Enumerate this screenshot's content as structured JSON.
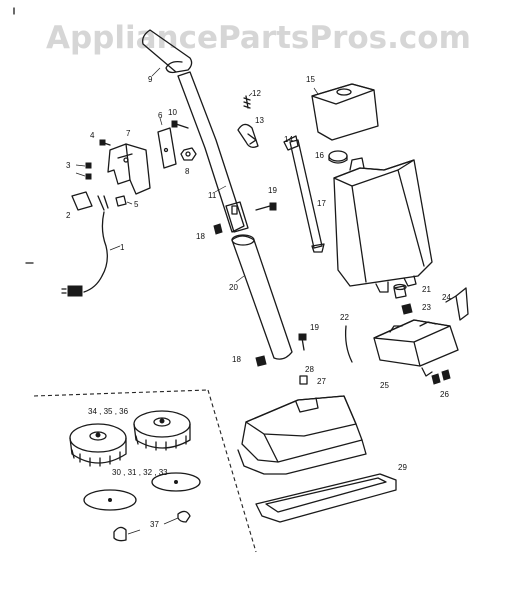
{
  "watermark": "AppliancePartsPros.com",
  "callouts": [
    {
      "id": "c1",
      "label": "1"
    },
    {
      "id": "c2",
      "label": "2"
    },
    {
      "id": "c3",
      "label": "3"
    },
    {
      "id": "c4",
      "label": "4"
    },
    {
      "id": "c5",
      "label": "5"
    },
    {
      "id": "c6",
      "label": "6"
    },
    {
      "id": "c7",
      "label": "7"
    },
    {
      "id": "c8",
      "label": "8"
    },
    {
      "id": "c9",
      "label": "9"
    },
    {
      "id": "c10",
      "label": "10"
    },
    {
      "id": "c11",
      "label": "11"
    },
    {
      "id": "c12",
      "label": "12"
    },
    {
      "id": "c13",
      "label": "13"
    },
    {
      "id": "c14",
      "label": "14"
    },
    {
      "id": "c15",
      "label": "15"
    },
    {
      "id": "c16",
      "label": "16"
    },
    {
      "id": "c17",
      "label": "17"
    },
    {
      "id": "c18a",
      "label": "18"
    },
    {
      "id": "c18b",
      "label": "18"
    },
    {
      "id": "c19a",
      "label": "19"
    },
    {
      "id": "c19b",
      "label": "19"
    },
    {
      "id": "c20",
      "label": "20"
    },
    {
      "id": "c21",
      "label": "21"
    },
    {
      "id": "c22",
      "label": "22"
    },
    {
      "id": "c23",
      "label": "23"
    },
    {
      "id": "c24",
      "label": "24"
    },
    {
      "id": "c25",
      "label": "25"
    },
    {
      "id": "c26",
      "label": "26"
    },
    {
      "id": "c27",
      "label": "27"
    },
    {
      "id": "c28",
      "label": "28"
    },
    {
      "id": "c29",
      "label": "29"
    },
    {
      "id": "c30",
      "label": "30 , 31 , 32 , 33"
    },
    {
      "id": "c34",
      "label": "34 , 35 , 36"
    },
    {
      "id": "c37",
      "label": "37"
    }
  ]
}
